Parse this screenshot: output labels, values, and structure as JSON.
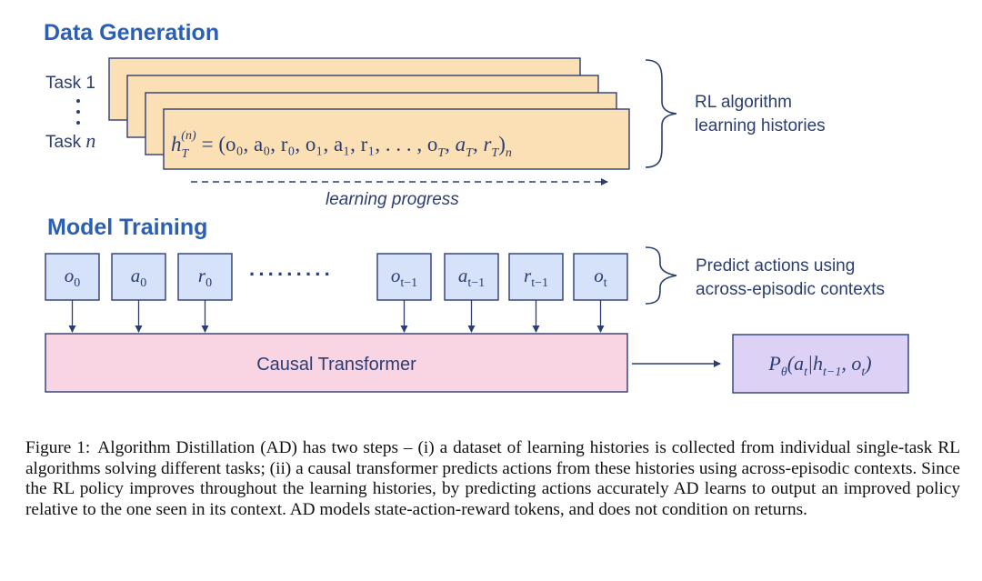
{
  "colors": {
    "heading": "#2b5fb4",
    "line": "#2c3d73",
    "history_fill": "#fbe0b6",
    "token_fill": "#d5e2f9",
    "transformer_fill": "#f9d4e3",
    "output_fill": "#ddd2f6"
  },
  "data_generation": {
    "heading": "Data Generation",
    "task_first": "Task 1",
    "task_last_word": "Task",
    "task_last_var": "n",
    "history_formula": {
      "head": "h",
      "sub": "T",
      "sup": "(n)",
      "body": "= (o₀, a₀, r₀, o₁, a₁, r₁, . . . , o",
      "tail_sub_1": "T",
      "mid": ", a",
      "tail_sub_2": "T",
      "mid2": ", r",
      "tail_sub_3": "T",
      "close": ")",
      "close_sub": "n"
    },
    "brace_label_line1": "RL algorithm",
    "brace_label_line2": "learning histories",
    "progress_label": "learning progress"
  },
  "model_training": {
    "heading": "Model Training",
    "tokens": [
      {
        "sym": "o",
        "sub": "0"
      },
      {
        "sym": "a",
        "sub": "0"
      },
      {
        "sym": "r",
        "sub": "0"
      },
      {
        "sym": "o",
        "sub": "t−1"
      },
      {
        "sym": "a",
        "sub": "t−1"
      },
      {
        "sym": "r",
        "sub": "t−1"
      },
      {
        "sym": "o",
        "sub": "t"
      }
    ],
    "ellipsis": "·········",
    "brace_label_line1": "Predict actions using",
    "brace_label_line2": "across-episodic contexts",
    "transformer_label": "Causal Transformer",
    "output": {
      "P": "P",
      "P_sub": "θ",
      "body1": "(a",
      "s1": "t",
      "body2": "|h",
      "s2": "t−1",
      "body3": ", o",
      "s3": "t",
      "body4": ")"
    }
  },
  "caption": {
    "label": "Figure 1:",
    "text": "Algorithm Distillation (AD) has two steps – (i) a dataset of learning histories is collected from individual single-task RL algorithms solving different tasks; (ii) a causal transformer predicts actions from these histories using across-episodic contexts. Since the RL policy improves throughout the learning histories, by predicting actions accurately AD learns to output an improved policy relative to the one seen in its context. AD models state-action-reward tokens, and does not condition on returns."
  }
}
